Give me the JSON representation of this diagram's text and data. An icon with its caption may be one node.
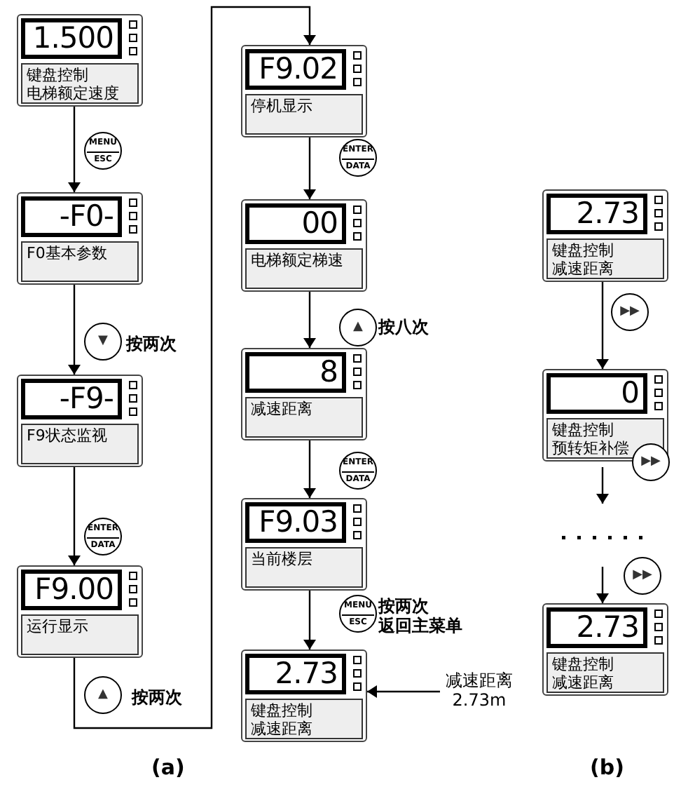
{
  "diagram": {
    "nodes": [
      {
        "text": [
          "1.500",
          "键盘控制",
          "电梯额定速度"
        ]
      },
      {
        "text": [
          "MENU",
          "ESC"
        ]
      },
      {
        "text": [
          "-F0-",
          "F0基本参数"
        ]
      },
      {
        "text": [
          "▼"
        ],
        "beside": [
          "按两次"
        ]
      },
      {
        "text": [
          "-F9-",
          "F9状态监视"
        ]
      },
      {
        "text": [
          "ENTER",
          "DATA"
        ]
      },
      {
        "text": [
          "F9.00",
          "运行显示"
        ]
      },
      {
        "text": [
          "▲"
        ],
        "beside": [
          "按两次"
        ]
      },
      {
        "text": [
          "F9.02",
          "停机显示"
        ]
      },
      {
        "text": [
          "ENTER",
          "DATA"
        ]
      },
      {
        "text": [
          "00",
          "电梯额定梯速"
        ]
      },
      {
        "text": [
          "▲"
        ],
        "beside": [
          "按八次"
        ]
      },
      {
        "text": [
          "8",
          "减速距离"
        ]
      },
      {
        "text": [
          "ENTER",
          "DATA"
        ]
      },
      {
        "text": [
          "F9.03",
          "当前楼层"
        ]
      },
      {
        "text": [
          "MENU",
          "ESC"
        ],
        "beside": [
          "按两次",
          "返回主菜单"
        ]
      },
      {
        "text": [
          "2.73",
          "键盘控制",
          "减速距离"
        ]
      },
      {
        "text": [
          "减速距离",
          "2.73m"
        ]
      },
      {
        "text": [
          "2.73",
          "键盘控制",
          "减速距离"
        ]
      },
      {
        "text": [
          "▶▶"
        ]
      },
      {
        "text": [
          "0",
          "键盘控制",
          "预转矩补偿"
        ]
      },
      {
        "text": [
          "▶▶"
        ]
      },
      {
        "text": [
          "▶▶"
        ]
      },
      {
        "text": [
          "2.73",
          "键盘控制",
          "减速距离"
        ]
      }
    ],
    "edges": [
      {
        "from": 0,
        "to": 2,
        "arrow": "to"
      },
      {
        "from": 2,
        "to": 4,
        "arrow": "to"
      },
      {
        "from": 4,
        "to": 6,
        "arrow": "to"
      },
      {
        "from": 6,
        "to": 8,
        "arrow": "to"
      },
      {
        "from": 8,
        "to": 10,
        "arrow": "to"
      },
      {
        "from": 10,
        "to": 12,
        "arrow": "to"
      },
      {
        "from": 12,
        "to": 14,
        "arrow": "to"
      },
      {
        "from": 14,
        "to": 16,
        "arrow": "to"
      },
      {
        "from": 17,
        "to": 16,
        "arrow": "to"
      },
      {
        "from": 18,
        "to": 20,
        "arrow": "to"
      },
      {
        "from": 20,
        "to": null,
        "arrow": "to"
      },
      {
        "from": null,
        "to": 23,
        "arrow": "to"
      }
    ],
    "labels": [
      "(a)",
      "(b)"
    ]
  }
}
